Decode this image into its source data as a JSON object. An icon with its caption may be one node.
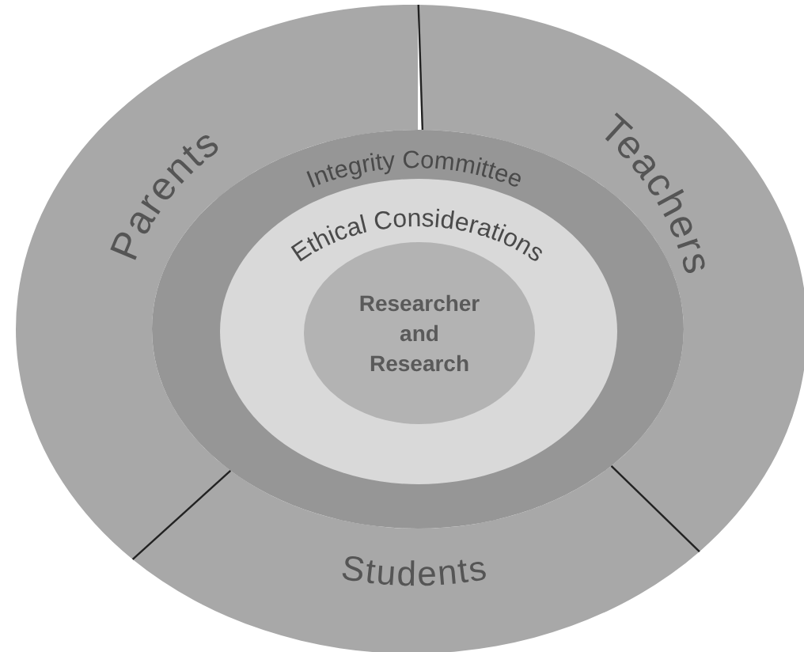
{
  "diagram": {
    "nodes": [
      {
        "text": [
          "Parents"
        ]
      },
      {
        "text": [
          "Teachers"
        ]
      },
      {
        "text": [
          "Students"
        ]
      },
      {
        "text": [
          "Integrity Committee"
        ]
      },
      {
        "text": [
          "Ethical Considerations"
        ],
        "in": 3
      },
      {
        "text": [
          "Researcher and Research"
        ],
        "in": 4
      }
    ]
  }
}
